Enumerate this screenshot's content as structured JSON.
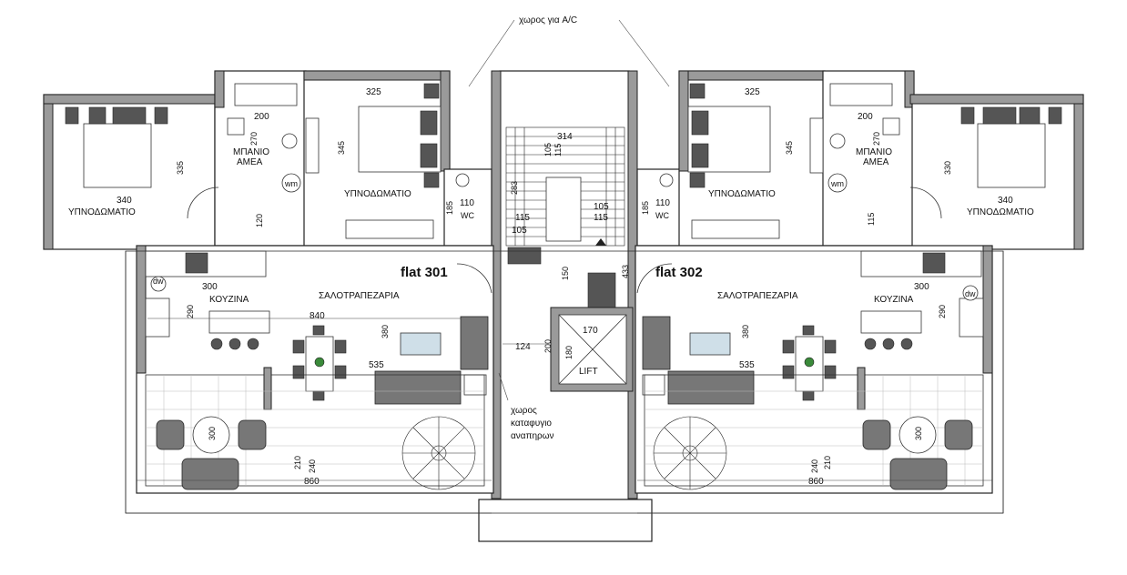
{
  "top_note": "χωρος για A/C",
  "flat_left": "flat 301",
  "flat_right": "flat 302",
  "rooms": {
    "bedroom": "ΥΠΝΟΔΩΜΑΤΙΟ",
    "bath": "ΜΠΑΝΙΟ",
    "bath_sub": "ΑΜΕΑ",
    "kitchen": "ΚΟΥΖΙΝΑ",
    "living": "ΣΑΛΟΤΡΑΠΕΖΑΡΙΑ",
    "wc": "WC",
    "wm": "wm",
    "dw": "dw",
    "lift": "LIFT"
  },
  "shelter_note": [
    "χωρος",
    "καταφυγιο",
    "αναπηρων"
  ],
  "dims": {
    "d325": "325",
    "d345": "345",
    "d340": "340",
    "d335": "335",
    "d330": "330",
    "d270": "270",
    "d200": "200",
    "d120": "120",
    "d115": "115",
    "d110": "110",
    "d185": "185",
    "d300": "300",
    "d290": "290",
    "d840": "840",
    "d380": "380",
    "d535": "535",
    "d240": "240",
    "d210": "210",
    "d860": "860",
    "d314": "314",
    "d105": "105",
    "d283": "283",
    "d150": "150",
    "d433": "433",
    "d124": "124",
    "d170": "170",
    "d180": "180"
  }
}
